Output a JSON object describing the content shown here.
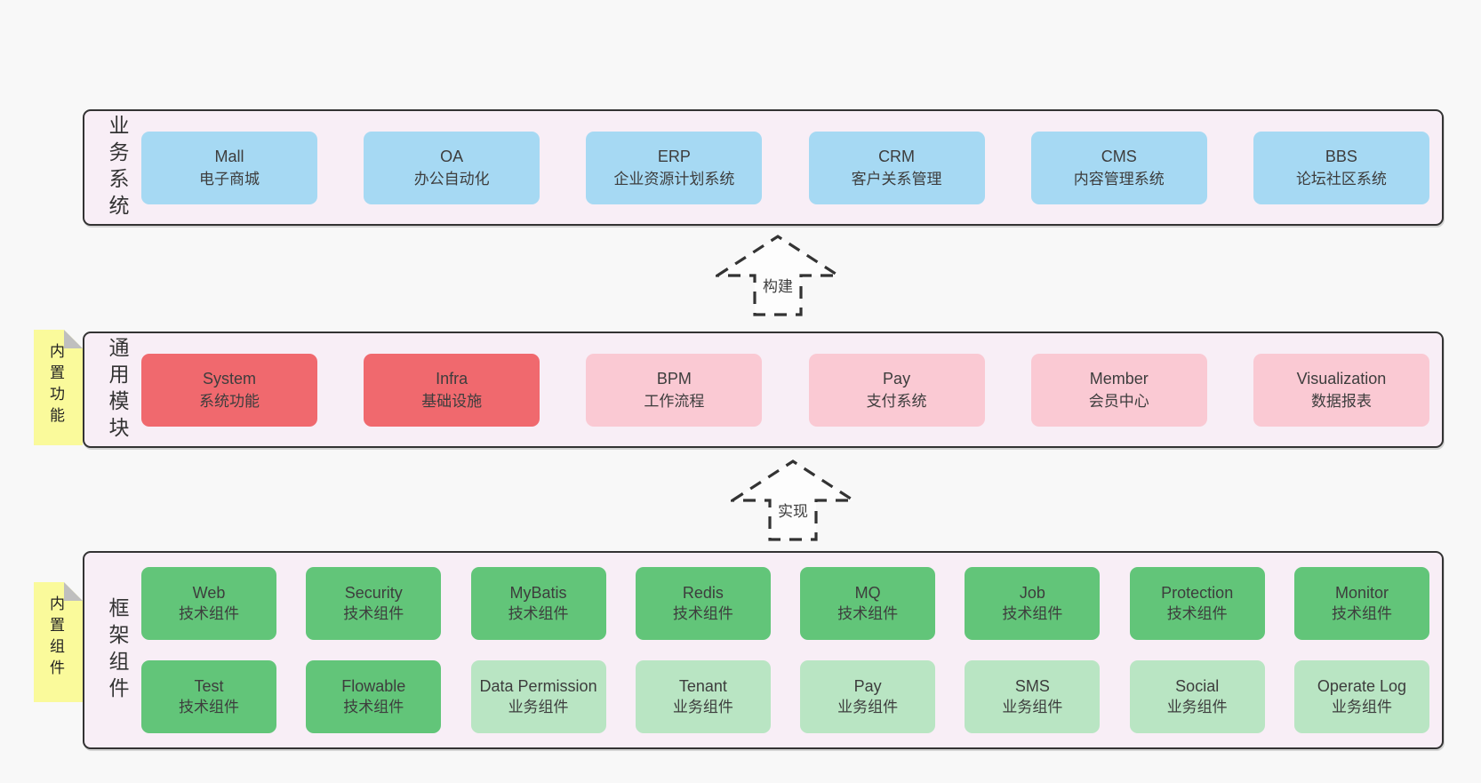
{
  "colors": {
    "page_bg": "#f8f8f8",
    "layer_bg": "#f8eef6",
    "layer_border": "#333333",
    "blue_box": "#a6d9f3",
    "red_box": "#f0696e",
    "pink_box": "#fac9d3",
    "green_box": "#62c579",
    "light_green_box": "#b9e5c3",
    "sticky_yellow": "#fafa9b",
    "sticky_fold_gray": "#bfbfbf",
    "text": "#3d3d3d"
  },
  "arrows": [
    {
      "label": "构建"
    },
    {
      "label": "实现"
    }
  ],
  "layers": [
    {
      "side_label": "业务系统",
      "boxes": [
        {
          "en": "Mall",
          "zh": "电子商城",
          "variant": "blue"
        },
        {
          "en": "OA",
          "zh": "办公自动化",
          "variant": "blue"
        },
        {
          "en": "ERP",
          "zh": "企业资源计划系统",
          "variant": "blue"
        },
        {
          "en": "CRM",
          "zh": "客户关系管理",
          "variant": "blue"
        },
        {
          "en": "CMS",
          "zh": "内容管理系统",
          "variant": "blue"
        },
        {
          "en": "BBS",
          "zh": "论坛社区系统",
          "variant": "blue"
        }
      ]
    },
    {
      "sticky": "内置功能",
      "side_label": "通用模块",
      "boxes": [
        {
          "en": "System",
          "zh": "系统功能",
          "variant": "red"
        },
        {
          "en": "Infra",
          "zh": "基础设施",
          "variant": "red"
        },
        {
          "en": "BPM",
          "zh": "工作流程",
          "variant": "pink"
        },
        {
          "en": "Pay",
          "zh": "支付系统",
          "variant": "pink"
        },
        {
          "en": "Member",
          "zh": "会员中心",
          "variant": "pink"
        },
        {
          "en": "Visualization",
          "zh": "数据报表",
          "variant": "pink"
        }
      ]
    },
    {
      "sticky": "内置组件",
      "side_label": "框架组件",
      "rows": [
        [
          {
            "en": "Web",
            "zh": "技术组件",
            "variant": "green"
          },
          {
            "en": "Security",
            "zh": "技术组件",
            "variant": "green"
          },
          {
            "en": "MyBatis",
            "zh": "技术组件",
            "variant": "green"
          },
          {
            "en": "Redis",
            "zh": "技术组件",
            "variant": "green"
          },
          {
            "en": "MQ",
            "zh": "技术组件",
            "variant": "green"
          },
          {
            "en": "Job",
            "zh": "技术组件",
            "variant": "green"
          },
          {
            "en": "Protection",
            "zh": "技术组件",
            "variant": "green"
          },
          {
            "en": "Monitor",
            "zh": "技术组件",
            "variant": "green"
          }
        ],
        [
          {
            "en": "Test",
            "zh": "技术组件",
            "variant": "green"
          },
          {
            "en": "Flowable",
            "zh": "技术组件",
            "variant": "green"
          },
          {
            "en": "Data Permission",
            "zh": "业务组件",
            "variant": "lightgreen"
          },
          {
            "en": "Tenant",
            "zh": "业务组件",
            "variant": "lightgreen"
          },
          {
            "en": "Pay",
            "zh": "业务组件",
            "variant": "lightgreen"
          },
          {
            "en": "SMS",
            "zh": "业务组件",
            "variant": "lightgreen"
          },
          {
            "en": "Social",
            "zh": "业务组件",
            "variant": "lightgreen"
          },
          {
            "en": "Operate Log",
            "zh": "业务组件",
            "variant": "lightgreen"
          }
        ]
      ]
    }
  ]
}
